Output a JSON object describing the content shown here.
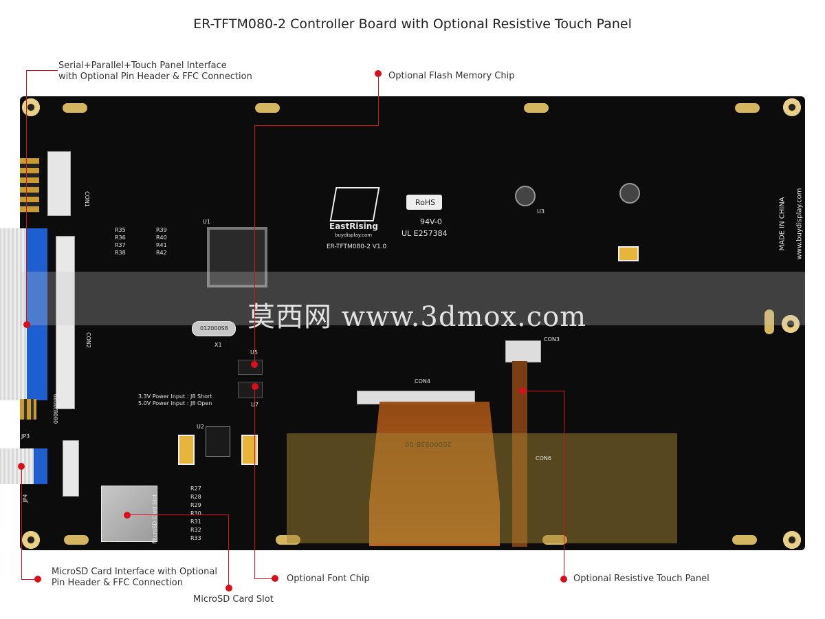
{
  "title": "ER-TFTM080-2  Controller Board with Optional Resistive Touch Panel",
  "callouts": {
    "serial_parallel": [
      "Serial+Parallel+Touch Panel Interface",
      "with Optional Pin Header & FFC Connection"
    ],
    "flash": "Optional Flash Memory Chip",
    "microsd_interface": [
      "MicroSD Card Interface with Optional",
      "Pin Header & FFC Connection"
    ],
    "microsd_slot": "MicroSD Card Slot",
    "font_chip": "Optional Font Chip",
    "touch_panel": "Optional Resistive Touch Panel"
  },
  "board": {
    "brand": "EastRising",
    "brand_url": "buydisplay.com",
    "model": "ER-TFTM080-2 V1.0",
    "rohs": "RoHS",
    "ul1": "94V-0",
    "ul2": "UL E257384",
    "side_text1": "MADE IN CHINA",
    "side_text2": "www.buydisplay.com",
    "crystal": "012000S8",
    "flex_code": "2000093B-00",
    "power1": "3.3V Power Input : J8  Short",
    "power2": "5.0V Power Input : J8  Open",
    "labels": {
      "con1": "CON1",
      "con2": "CON2",
      "con3": "CON3",
      "con4": "CON4",
      "con6": "CON6",
      "u1": "U1",
      "u2": "U2",
      "u3": "U3",
      "u5": "U5",
      "u7": "U7",
      "x1": "X1",
      "jp3": "JP3",
      "jp4": "JP4",
      "mode": "6800/8080",
      "microsd": "MicroSD Card Slot",
      "r_left": [
        "R35",
        "R36",
        "R37",
        "R38"
      ],
      "r_mid": [
        "R39",
        "R40",
        "R41",
        "R42"
      ],
      "r_bottom": [
        "R27",
        "R28",
        "R29",
        "R30",
        "R31",
        "R32",
        "R33"
      ]
    }
  },
  "watermark": "莫西网 www.3dmox.com",
  "colors": {
    "accent": "#d8101c",
    "board": "#0c0c0c",
    "gold": "#d4b560",
    "ffc_blue": "#1e5fd0",
    "flex": "#b8621e"
  }
}
